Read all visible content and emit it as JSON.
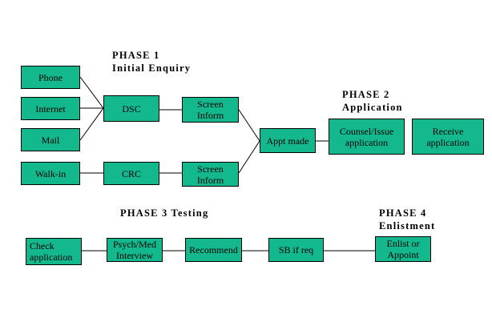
{
  "fill": "#14b88d",
  "phases": {
    "p1_heading": "PHASE 1",
    "p1_title": "Initial Enquiry",
    "p2_heading": "PHASE 2",
    "p2_title": "Application",
    "p3_heading": "PHASE 3 Testing",
    "p4_heading": "PHASE 4",
    "p4_title": "Enlistment"
  },
  "boxes": {
    "phone": "Phone",
    "internet": "Internet",
    "mail": "Mail",
    "walkin": "Walk-in",
    "dsc": "DSC",
    "crc": "CRC",
    "screen_top": "Screen\nInform",
    "screen_bottom": "Screen\nInform",
    "appt": "Appt made",
    "counsel": "Counsel/Issue\napplication",
    "receive": "Receive\napplication",
    "check": "Check\napplication",
    "psych": "Psych/Med\nInterview",
    "recommend": "Recommend",
    "sb": "SB if req",
    "enlist": "Enlist or\nAppoint"
  }
}
